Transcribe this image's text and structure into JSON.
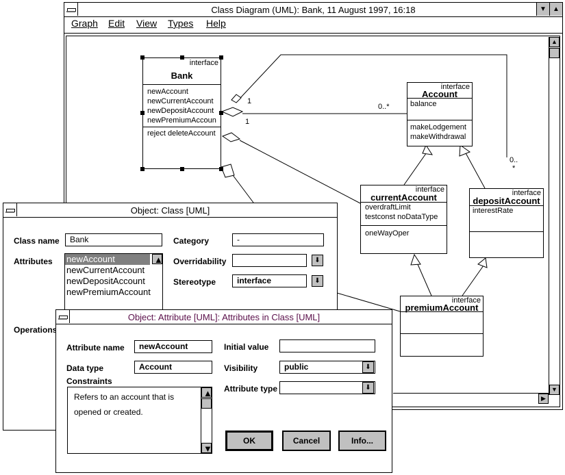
{
  "main_window": {
    "title": "Class Diagram (UML): Bank, 11 August 1997, 16:18",
    "menu": [
      {
        "label": "Graph"
      },
      {
        "label": "Edit"
      },
      {
        "label": "View"
      },
      {
        "label": "Types"
      },
      {
        "label": "Help"
      }
    ]
  },
  "diagram": {
    "classes": {
      "bank": {
        "stereotype": "interface",
        "name": "Bank",
        "operations": [
          "newAccount",
          "newCurrentAccount",
          "newDepositAccount",
          "newPremiumAccoun"
        ],
        "extra": "reject deleteAccount"
      },
      "account": {
        "stereotype": "interface",
        "name": "Account",
        "attributes": [
          "balance"
        ],
        "operations": [
          "makeLodgement",
          "makeWithdrawal"
        ]
      },
      "current": {
        "stereotype": "interface",
        "name": "currentAccount",
        "attributes": [
          "overdraftLimit",
          "testconst noDataType"
        ],
        "operations": [
          "oneWayOper"
        ]
      },
      "deposit": {
        "stereotype": "interface",
        "name": "depositAccount",
        "attributes": [
          "interestRate"
        ]
      },
      "premium": {
        "stereotype": "interface",
        "name": "premiumAccount"
      }
    },
    "multiplicities": {
      "m1": "1",
      "m2": "1",
      "m3": "0..*",
      "m4a": "0..",
      "m4b": "*"
    }
  },
  "class_dialog": {
    "title": "Object: Class [UML]",
    "class_name_label": "Class name",
    "class_name_value": "Bank",
    "category_label": "Category",
    "category_value": "-",
    "attributes_label": "Attributes",
    "attributes": [
      "newAccount",
      "newCurrentAccount",
      "newDepositAccount",
      "newPremiumAccount"
    ],
    "overridability_label": "Overridability",
    "overridability_value": "",
    "stereotype_label": "Stereotype",
    "stereotype_value": "interface",
    "operations_label": "Operations"
  },
  "attr_dialog": {
    "title": "Object: Attribute [UML]: Attributes in Class [UML]",
    "title_color": "#5a0f4a",
    "attribute_name_label": "Attribute name",
    "attribute_name_value": "newAccount",
    "initial_value_label": "Initial value",
    "initial_value": "",
    "data_type_label": "Data type",
    "data_type_value": "Account",
    "visibility_label": "Visibility",
    "visibility_value": "public",
    "constraints_label": "Constraints",
    "constraints_line1": "Refers to an account that is",
    "constraints_line2": "opened or created.",
    "attribute_type_label": "Attribute type",
    "attribute_type_value": "",
    "ok_label": "OK",
    "cancel_label": "Cancel",
    "info_label": "Info..."
  }
}
